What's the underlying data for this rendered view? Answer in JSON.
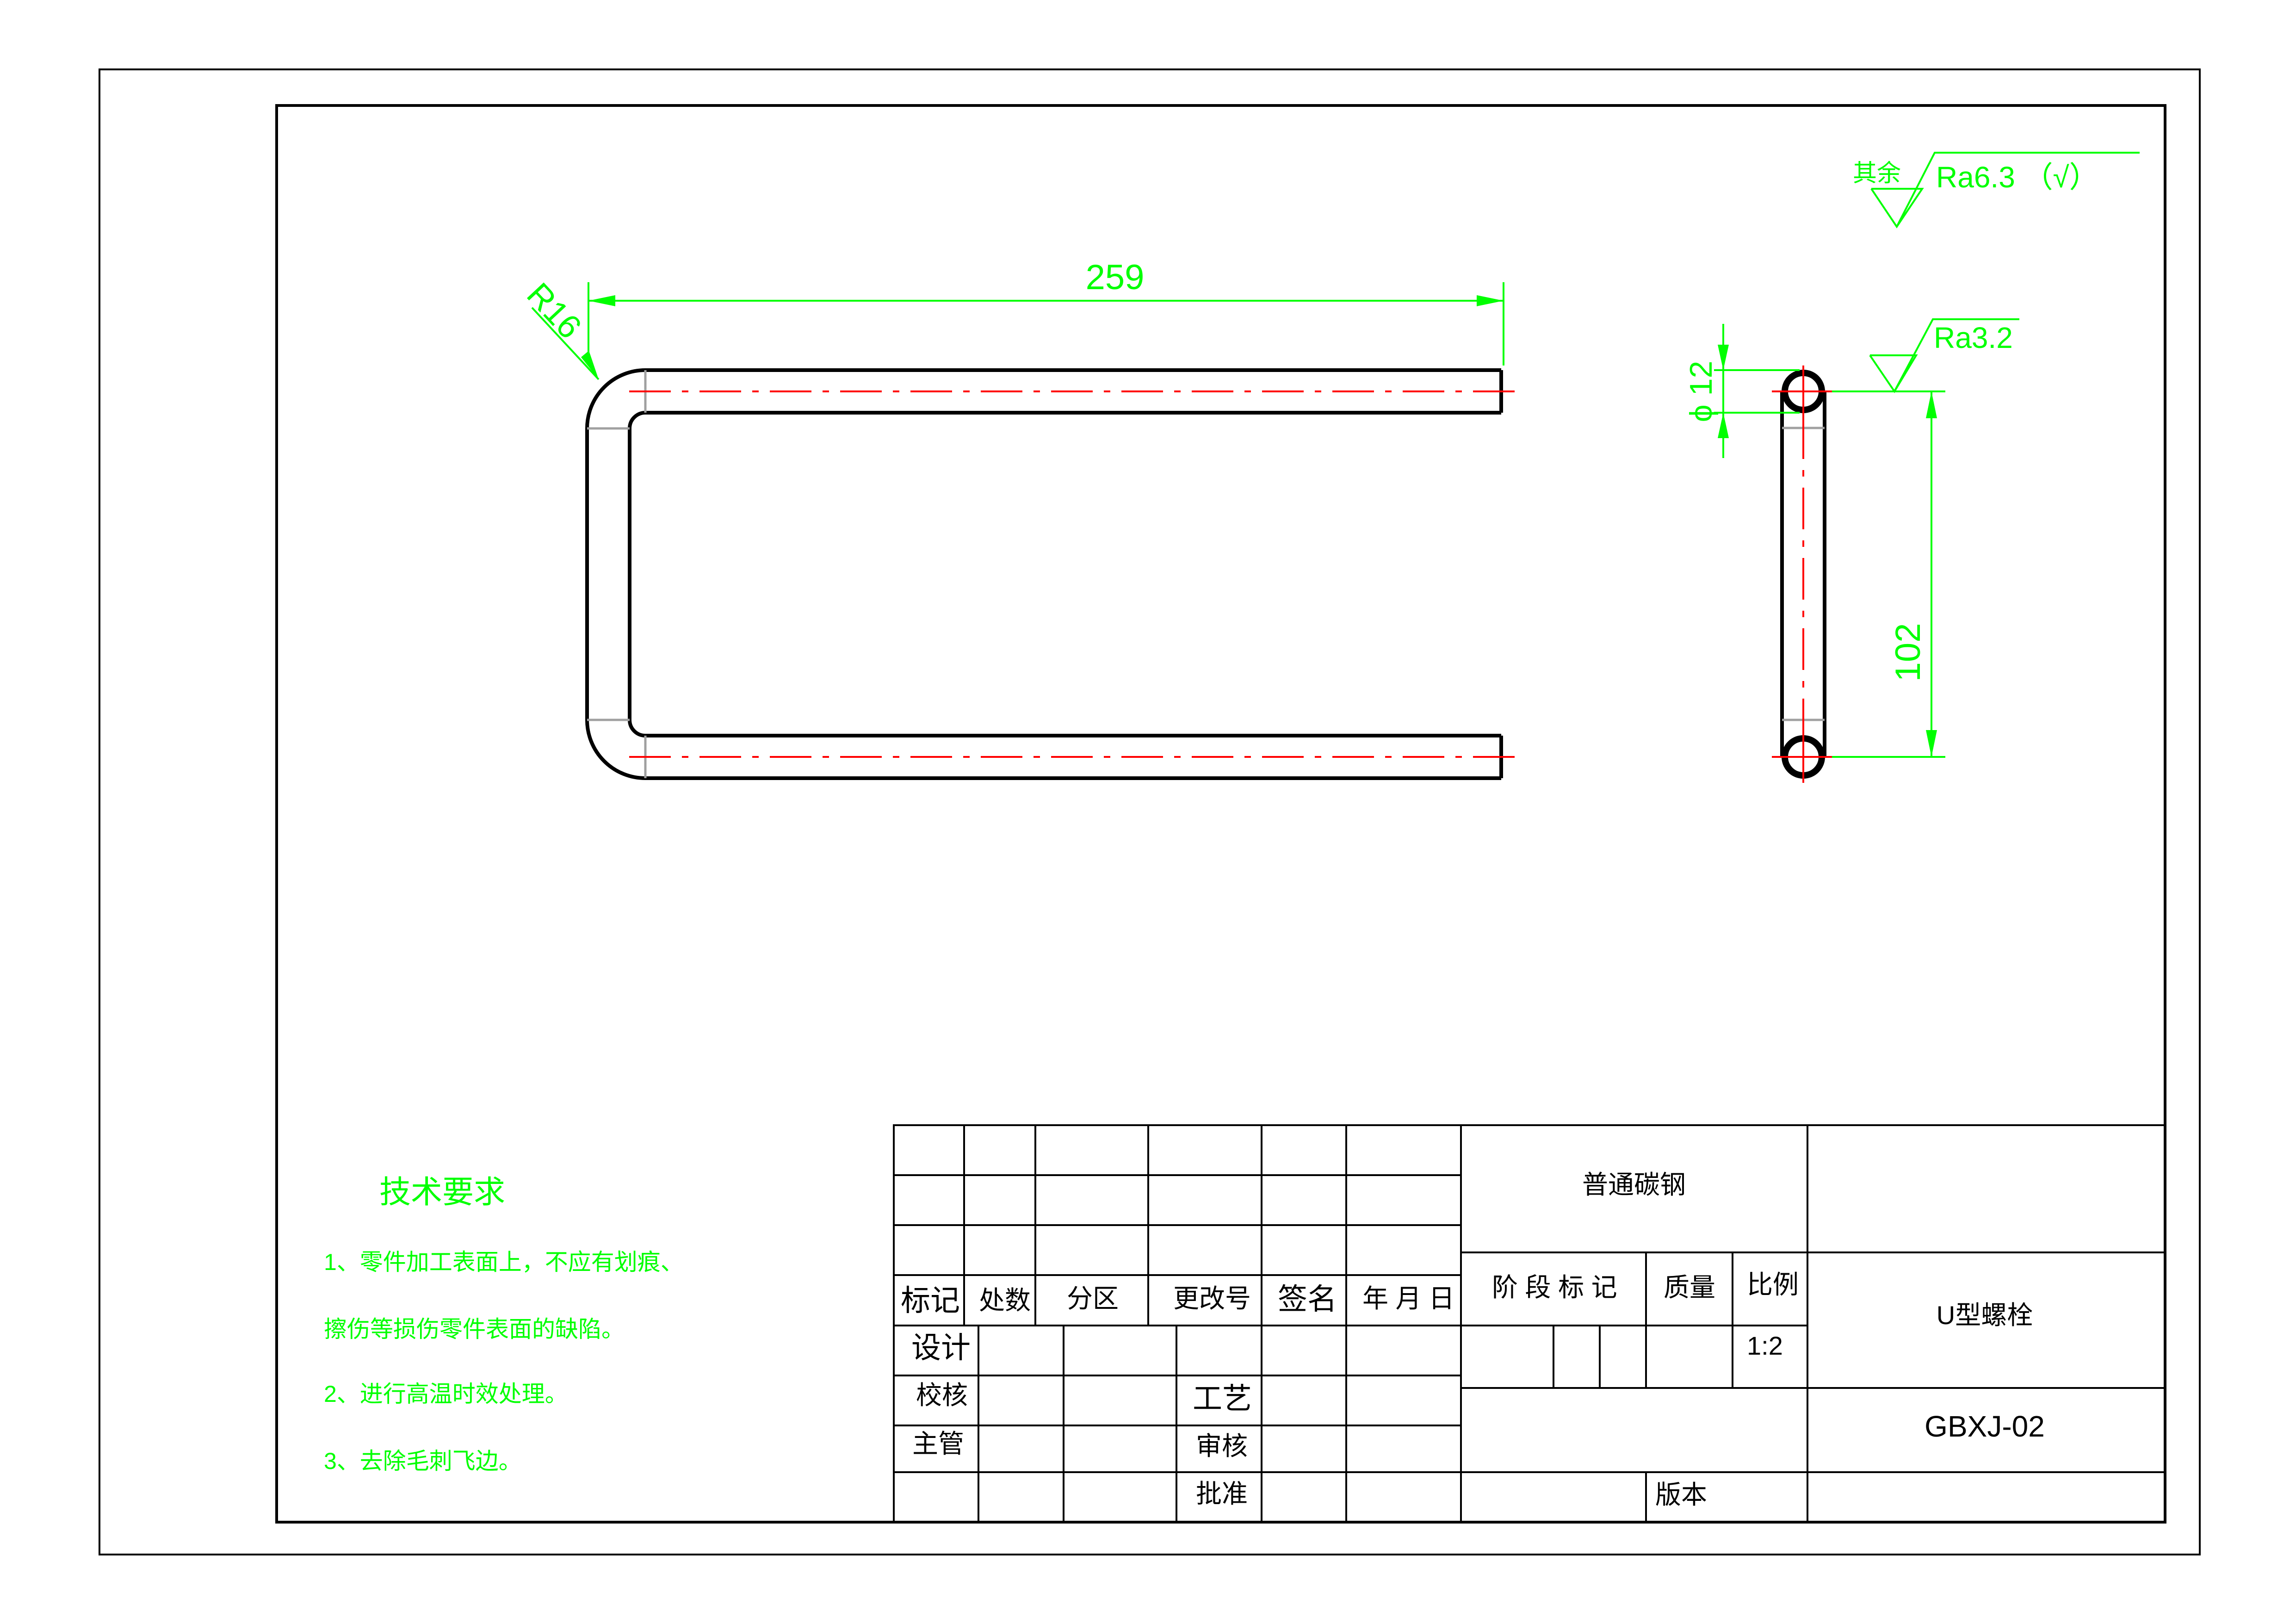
{
  "dimensions": {
    "length": "259",
    "radius": "R16",
    "diameter": "ϕ 12",
    "spacing": "102"
  },
  "roughness": {
    "other_label": "其余",
    "other_value": "Ra6.3 （√）",
    "face_value": "Ra3.2"
  },
  "requirements": {
    "title": "技术要求",
    "items": [
      "1、零件加工表面上，不应有划痕、",
      "擦伤等损伤零件表面的缺陷。",
      "2、进行高温时效处理。",
      "3、去除毛刺飞边。"
    ]
  },
  "title_block": {
    "revision_headers": [
      "标记",
      "处数",
      "分区",
      "更改号",
      "签名",
      "年 月 日"
    ],
    "roles": {
      "design": "设计",
      "check": "校核",
      "supervise": "主管",
      "process": "工艺",
      "review": "审核",
      "approve": "批准"
    },
    "material": "普通碳钢",
    "stage_label": "阶 段 标 记",
    "mass_label": "质量",
    "scale_label": "比例",
    "scale_value": "1:2",
    "part_name": "U型螺栓",
    "drawing_no": "GBXJ-02",
    "version_label": "版本"
  }
}
